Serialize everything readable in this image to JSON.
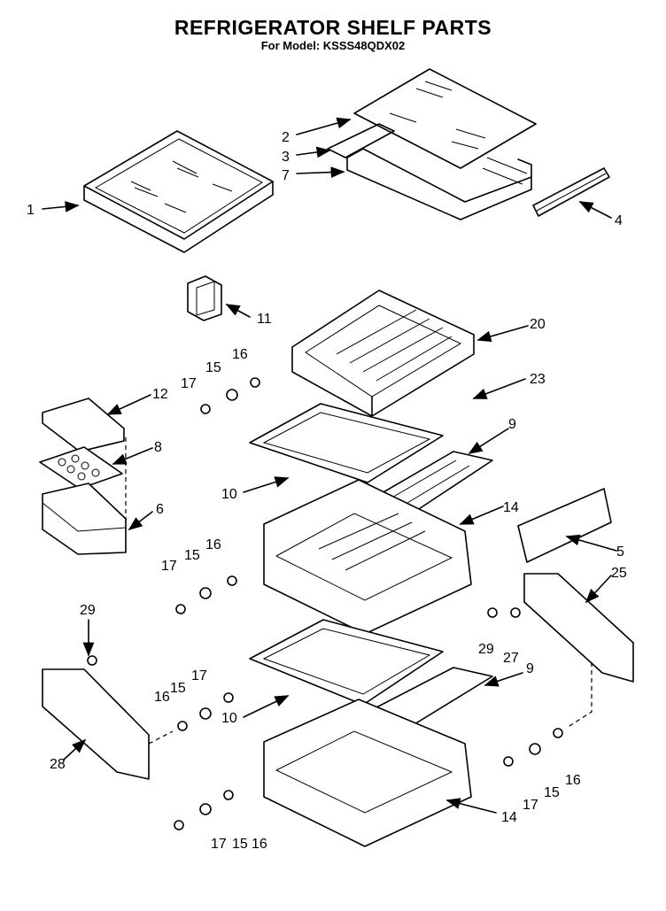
{
  "title": "REFRIGERATOR SHELF PARTS",
  "subtitle": "For Model: KSSS48QDX02",
  "callouts": [
    "1",
    "2",
    "3",
    "7",
    "4",
    "11",
    "20",
    "16",
    "15",
    "17",
    "23",
    "12",
    "8",
    "9",
    "6",
    "10",
    "14",
    "5",
    "17",
    "15",
    "16",
    "25",
    "29",
    "29",
    "27",
    "9",
    "17",
    "16",
    "15",
    "10",
    "28",
    "16",
    "15",
    "17",
    "14",
    "17",
    "15",
    "16"
  ]
}
